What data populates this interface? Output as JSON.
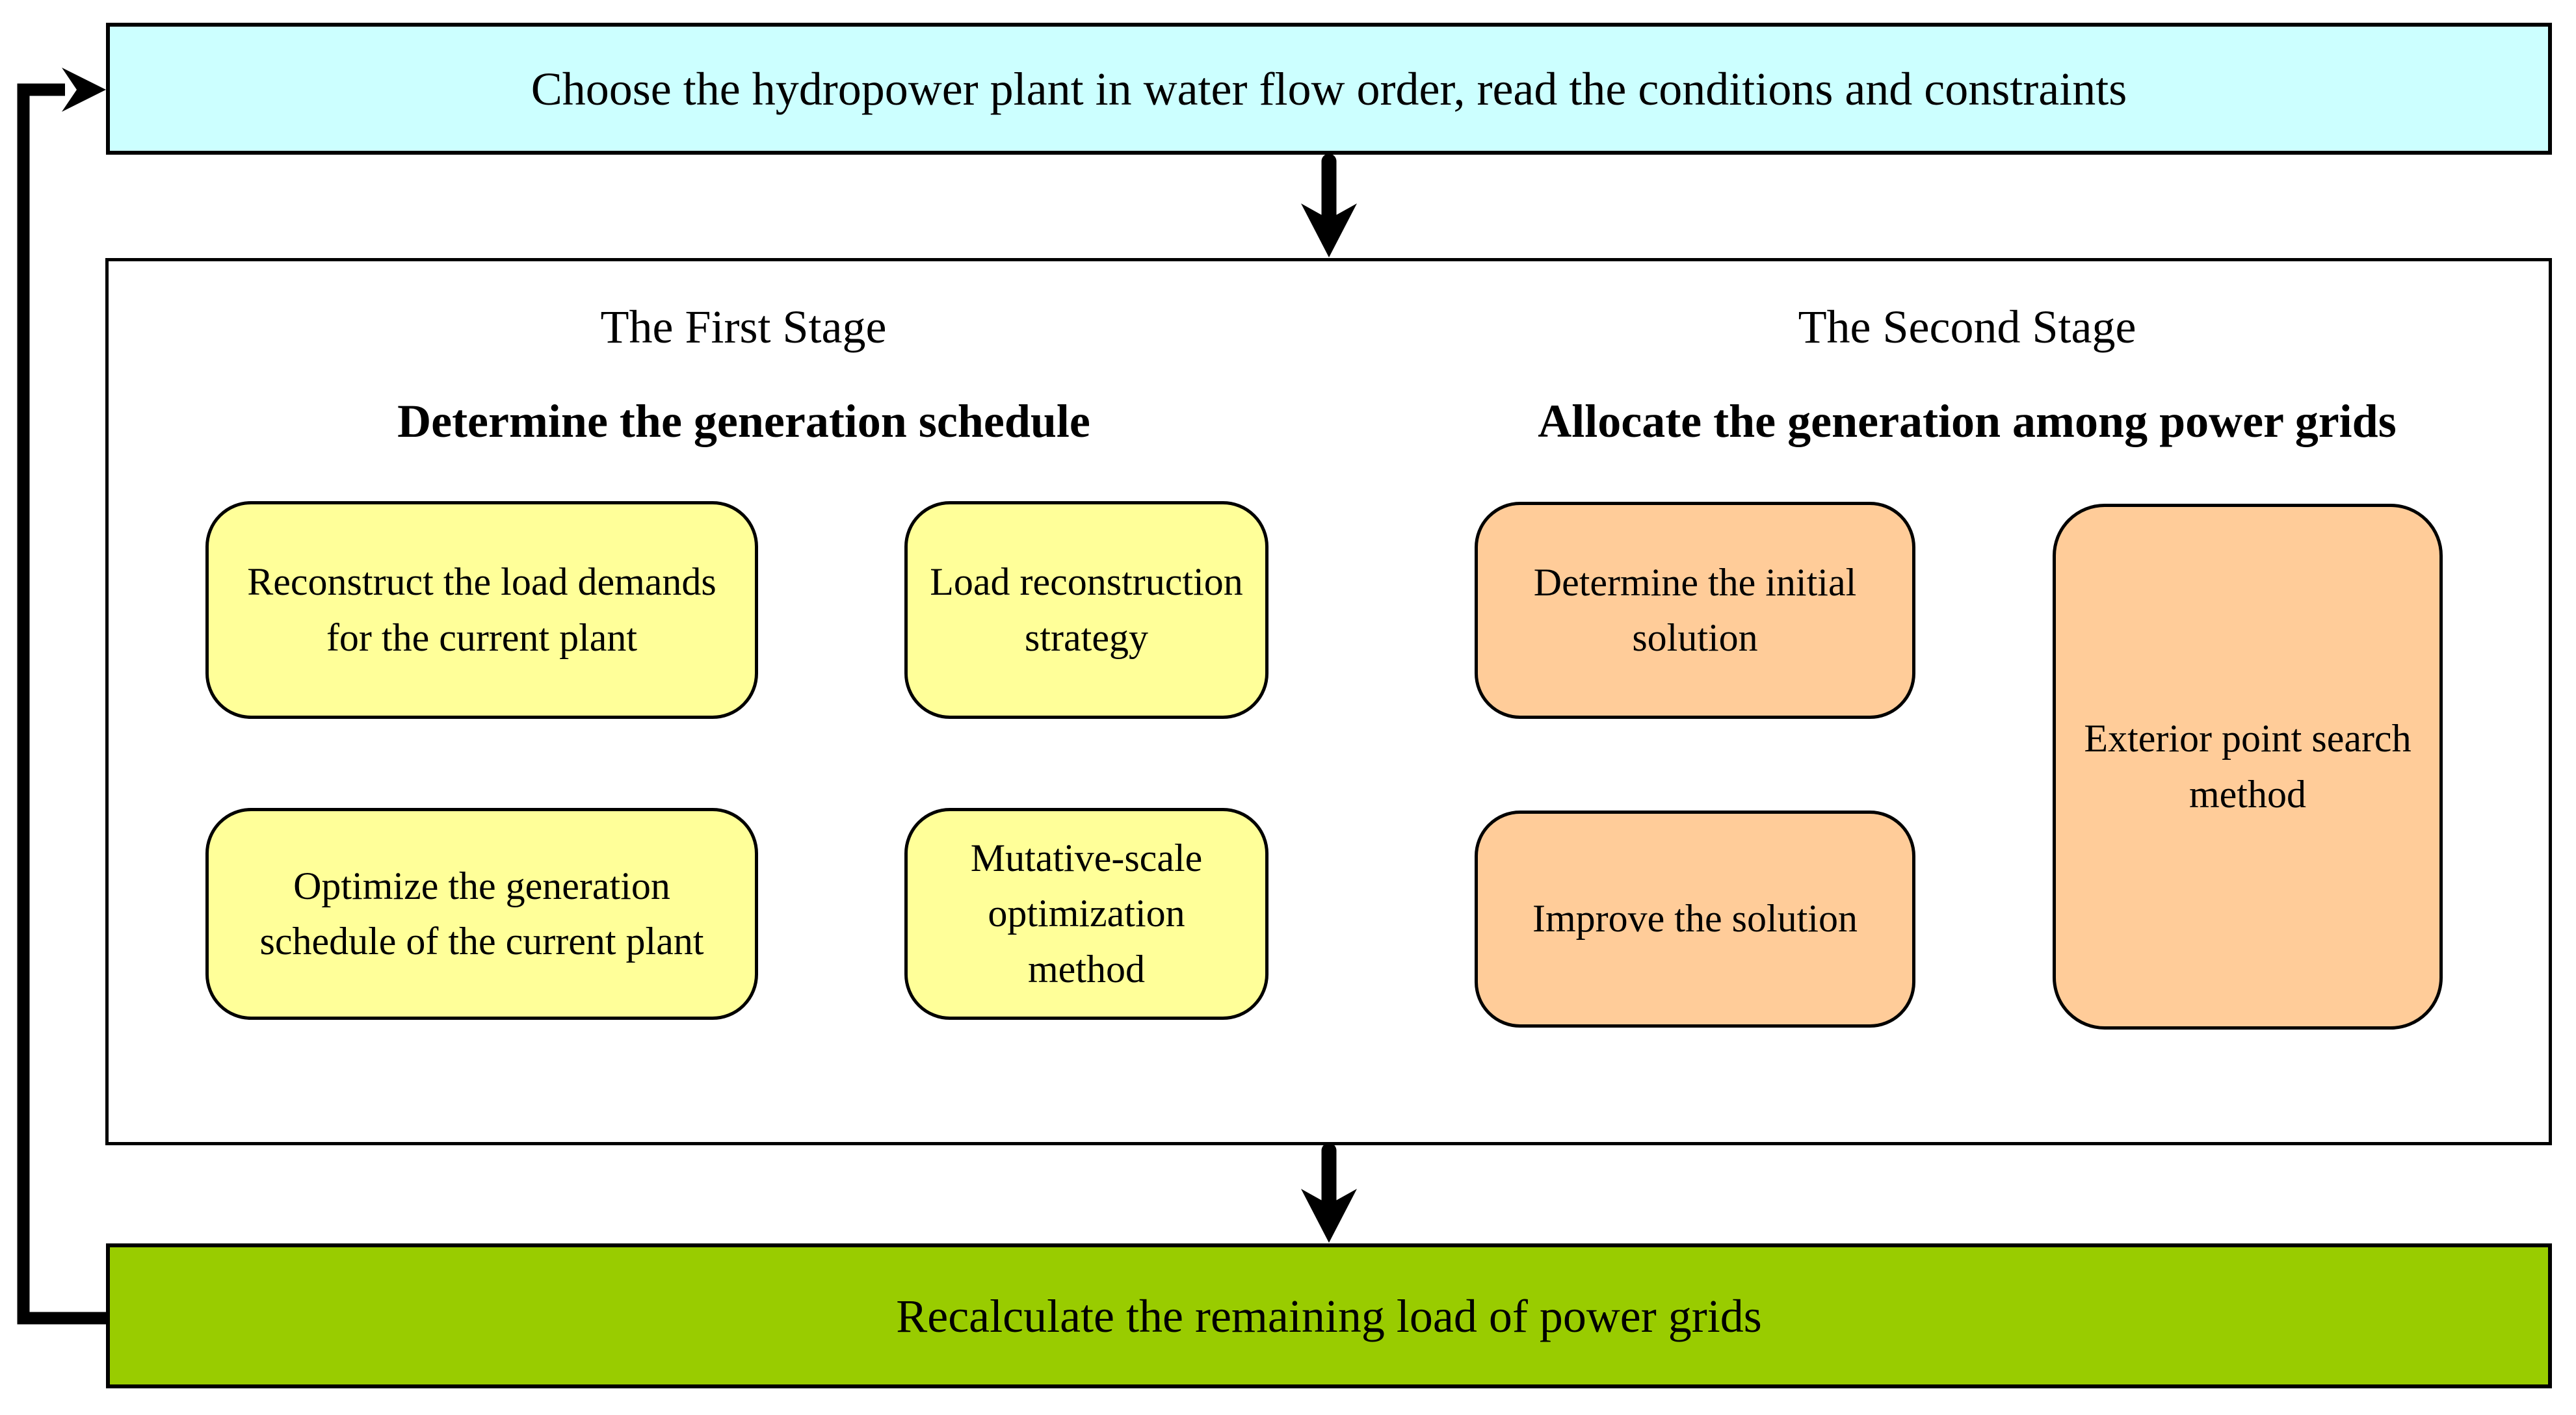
{
  "colors": {
    "top_box": "#CCFFFF",
    "stage1_box": "#FFFF99",
    "stage2_box": "#FFCC99",
    "bottom_box": "#99CC00",
    "dashed_frame": "#4169E1",
    "line": "#000000"
  },
  "top_box": "Choose the hydropower plant in water flow order, read the conditions and constraints",
  "stage1": {
    "title": "The First Stage",
    "heading": "Determine the generation schedule",
    "box_reconstruct": "Reconstruct the load demands for the current plant",
    "box_load_strategy": "Load reconstruction strategy",
    "box_optimize": "Optimize the generation schedule of the current plant",
    "box_mutative": "Mutative-scale optimization method"
  },
  "stage2": {
    "title": "The Second Stage",
    "heading": "Allocate the generation among power grids",
    "box_initial": "Determine the initial solution",
    "box_improve": "Improve the solution",
    "box_exterior": "Exterior point search method"
  },
  "bottom_box": "Recalculate the remaining load of power grids"
}
